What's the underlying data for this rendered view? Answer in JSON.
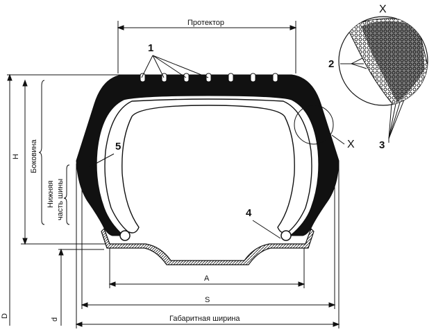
{
  "labels": {
    "tread": "Протектор",
    "sidewall": "Боковина",
    "lower_part_line1": "Нижняя",
    "lower_part_line2": "часть шины",
    "overall_width": "Габаритная ширина",
    "dim_A": "A",
    "dim_S": "S",
    "dim_H": "H",
    "dim_D": "D",
    "dim_d": "d",
    "detail_X_callout": "X",
    "detail_X_title": "X",
    "n1": "1",
    "n2": "2",
    "n3": "3",
    "n4": "4",
    "n5": "5"
  }
}
